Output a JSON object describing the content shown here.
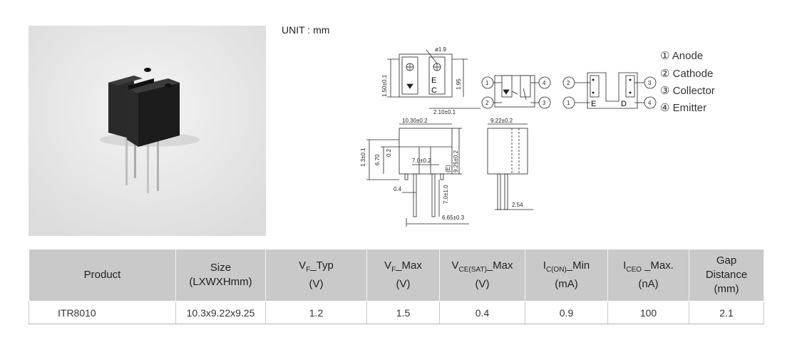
{
  "drawing": {
    "unit": "UNIT : mm",
    "dims": {
      "hole": "ø1.9",
      "h150": "1.50±0.1",
      "h195": "1.95",
      "w210": "2.10±0.1",
      "w1030": "10.30±0.2",
      "w922": "9.22±0.2",
      "h13": "1.3±0.1",
      "h670": "6.70",
      "h02": "0.2",
      "w70a": "7.0±0.2",
      "h925": "9.25±0.2",
      "w04": "0.4",
      "h70b": "7.0±1.0",
      "w665": "6.65±0.3",
      "w254": "2.54"
    },
    "marks": {
      "e": "E",
      "c": "C",
      "d": "D",
      "side_e": "(E)"
    },
    "pins": [
      "1",
      "2",
      "3",
      "4"
    ],
    "legend": [
      "① Anode",
      "② Cathode",
      "③ Collector",
      "④ Emitter"
    ]
  },
  "table": {
    "headers": [
      {
        "main": "Product"
      },
      {
        "main": "Size",
        "line2": "(LXWXHmm)"
      },
      {
        "pre": "V",
        "sub": "F",
        "post": "_Typ",
        "line2": "(V)"
      },
      {
        "pre": "V",
        "sub": "F",
        "post": "_Max",
        "line2": "(V)"
      },
      {
        "pre": "V",
        "sub": "CE(SAT)",
        "post": "_Max",
        "line2": "(V)"
      },
      {
        "pre": "I",
        "sub": "C(ON)",
        "post": "_Min",
        "line2": "(mA)"
      },
      {
        "pre": "I",
        "sub": "CEO",
        "post": " _Max.",
        "line2": "(nA)"
      },
      {
        "main": "Gap",
        "line2": "Distance",
        "line3": "(mm)"
      }
    ],
    "row": [
      "ITR8010",
      "10.3x9.22x9.25",
      "1.2",
      "1.5",
      "0.4",
      "0.9",
      "100",
      "2.1"
    ]
  }
}
